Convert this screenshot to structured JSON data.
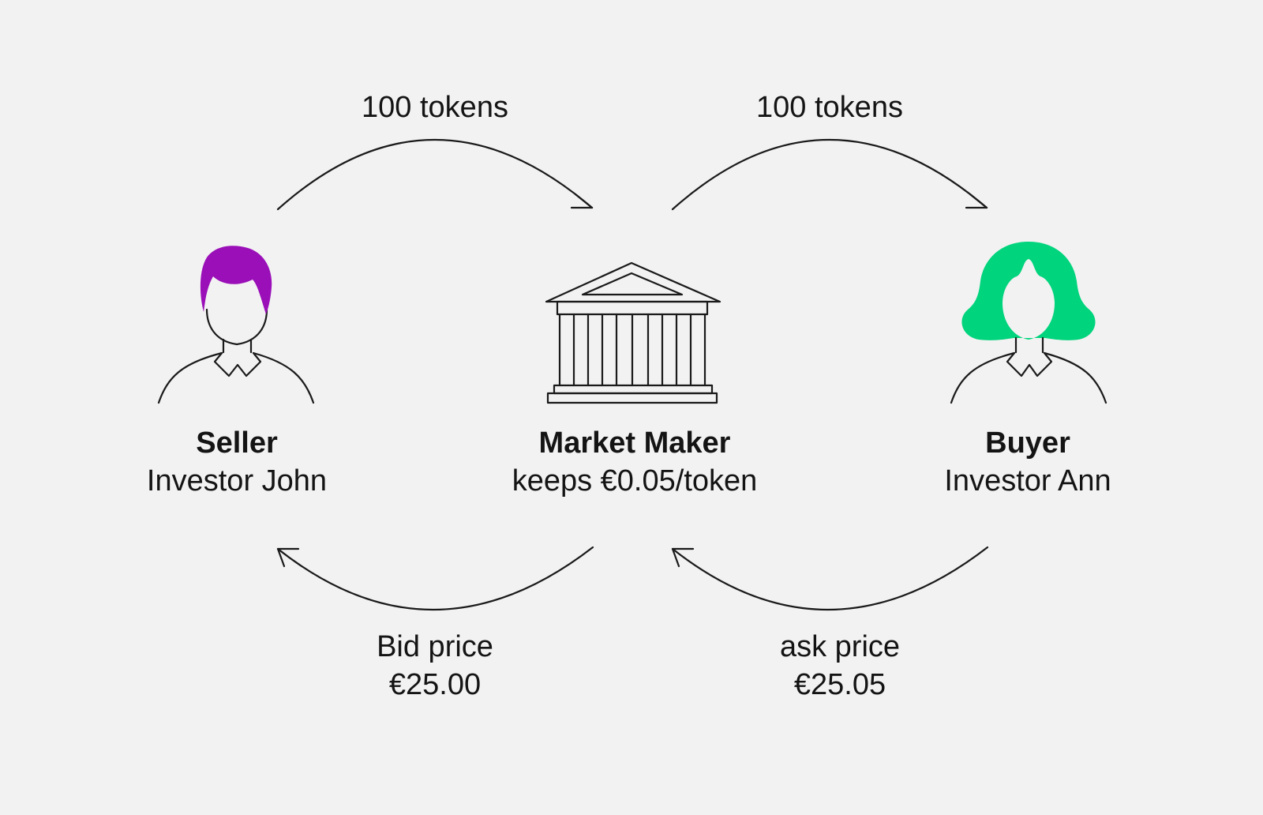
{
  "flows": {
    "seller_to_maker": "100 tokens",
    "maker_to_buyer": "100 tokens",
    "bid_label": "Bid price",
    "bid_value": "€25.00",
    "ask_label": "ask price",
    "ask_value": "€25.05"
  },
  "parties": {
    "seller": {
      "title": "Seller",
      "subtitle": "Investor John",
      "hair_color": "#9a0fb8"
    },
    "market_maker": {
      "title": "Market Maker",
      "subtitle": "keeps €0.05/token"
    },
    "buyer": {
      "title": "Buyer",
      "subtitle": "Investor Ann",
      "hair_color": "#00d47c"
    }
  },
  "icons": {
    "seller": "male-investor-icon",
    "market_maker": "bank-building-icon",
    "buyer": "female-investor-icon",
    "arrows": "curved-arrow-icon"
  }
}
